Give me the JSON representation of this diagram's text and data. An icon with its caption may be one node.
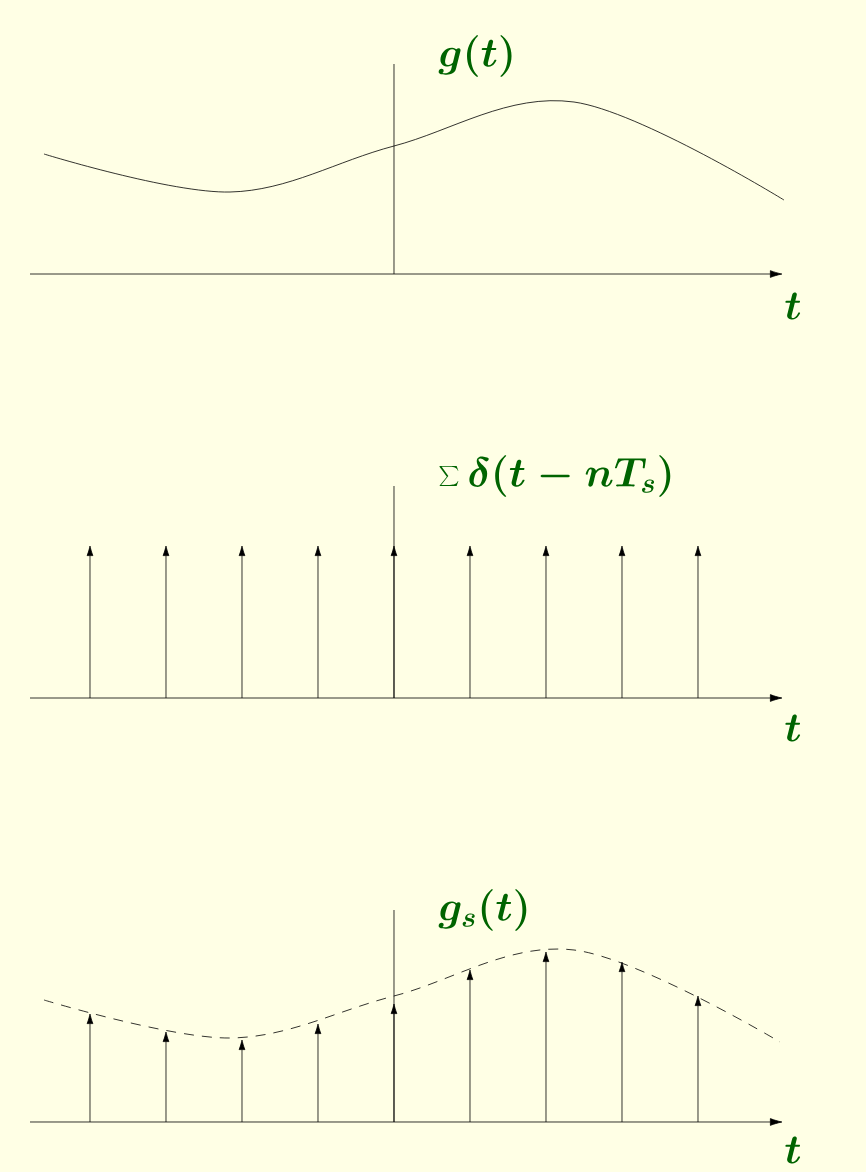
{
  "diagram": {
    "labels": [
      "g(t)",
      "t",
      "\\sum \\delta(t-nT_s)",
      "t",
      "g_s(t)",
      "t"
    ]
  }
}
